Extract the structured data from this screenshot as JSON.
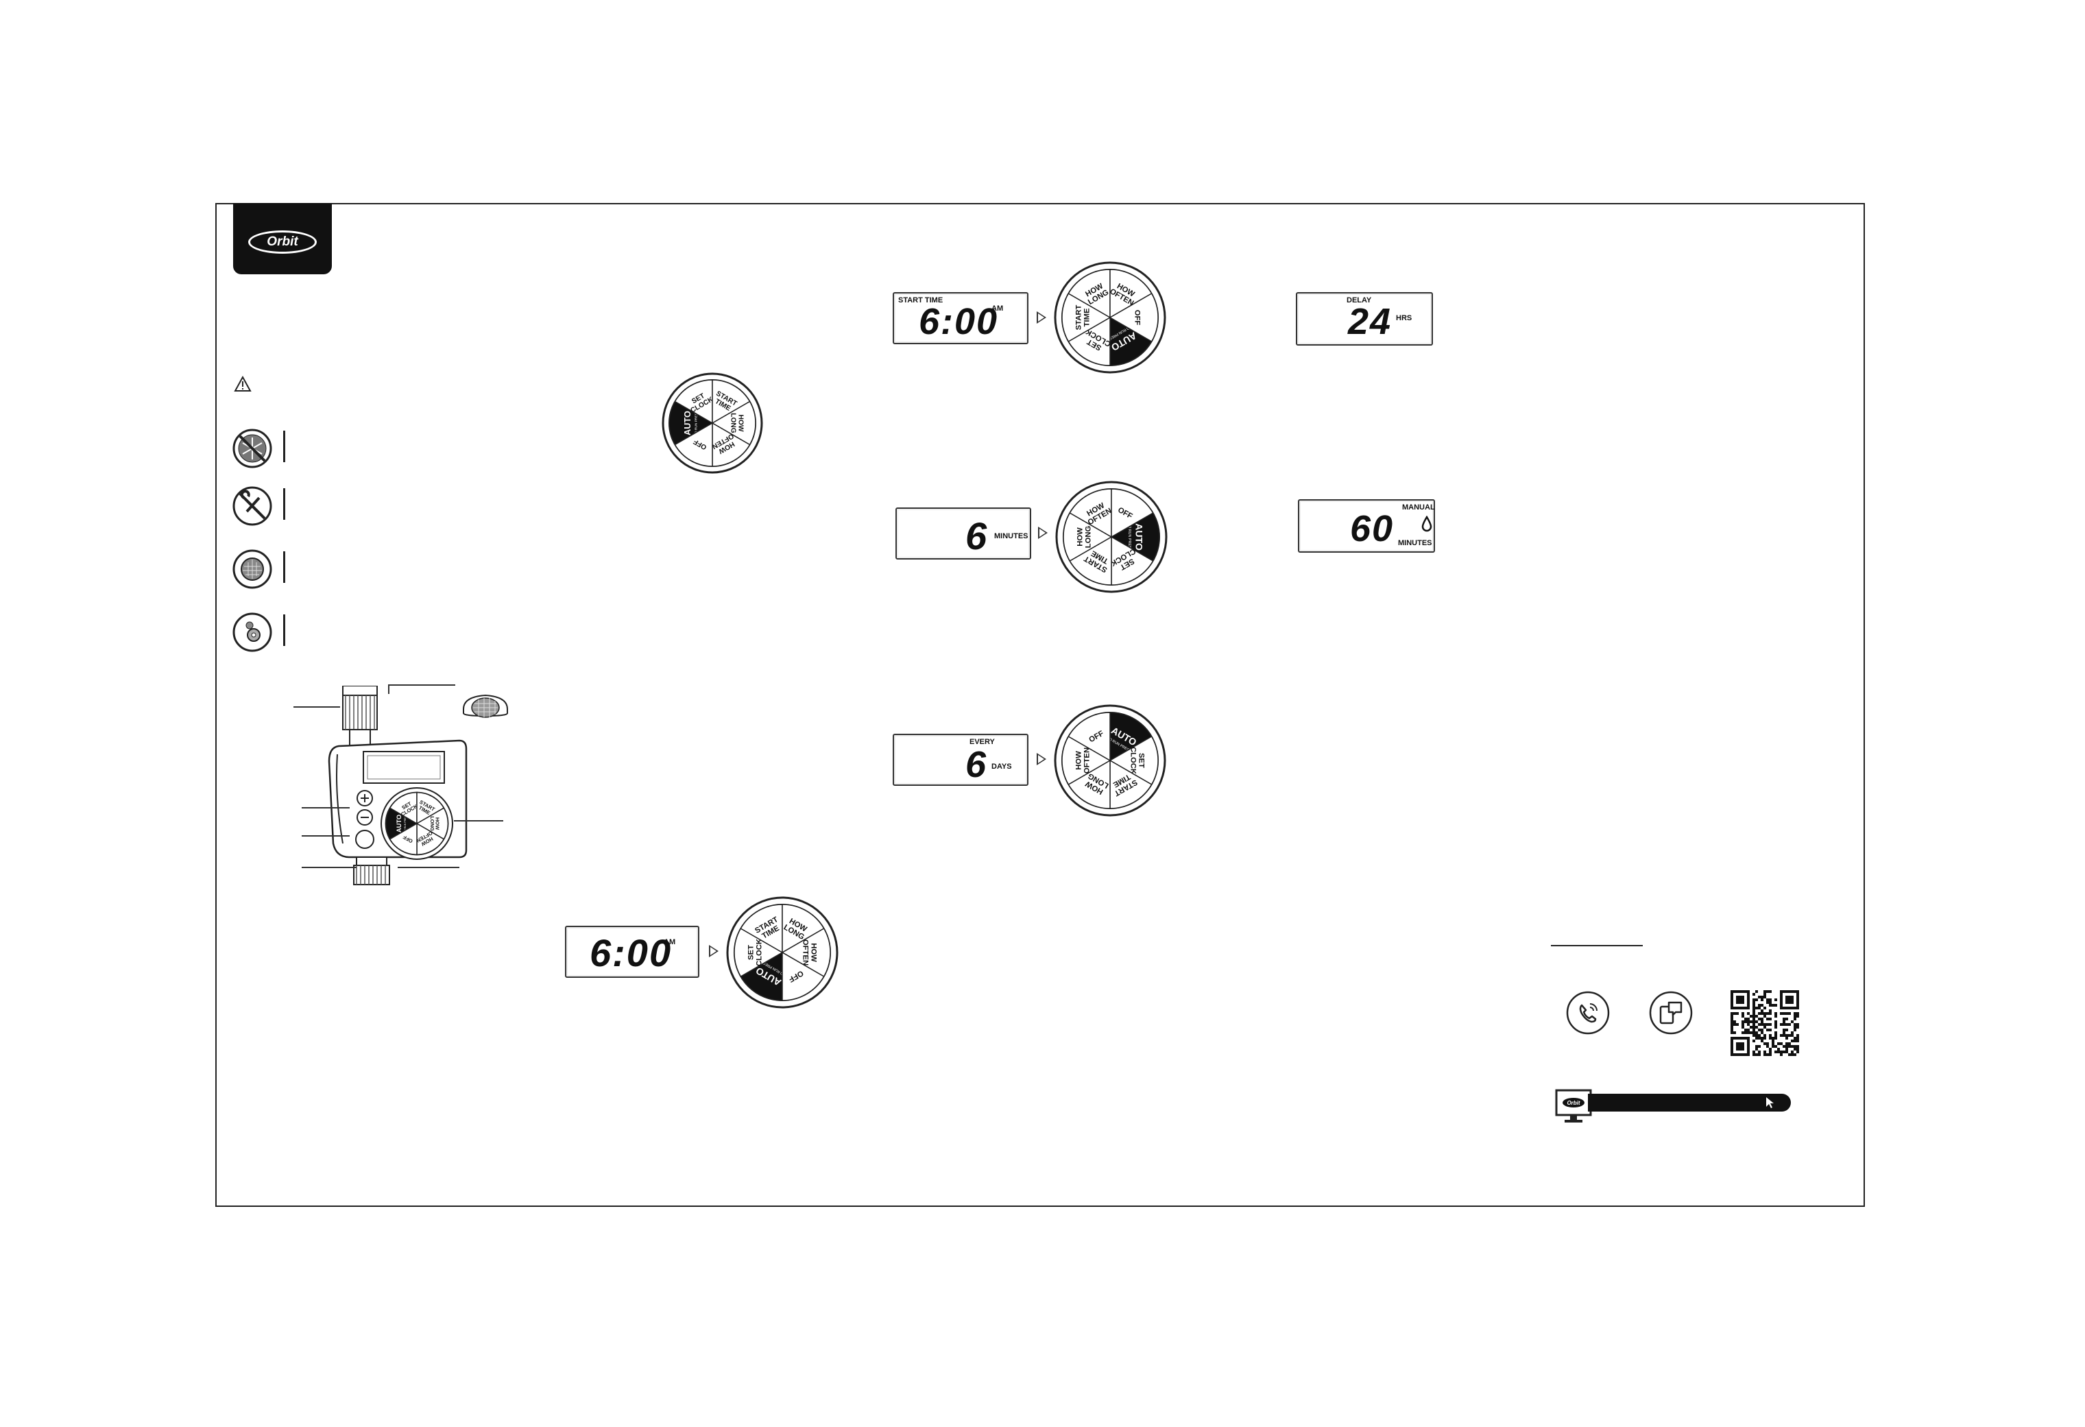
{
  "brand": {
    "logo_text": "Orbit"
  },
  "dial_labels": {
    "auto": "AUTO",
    "auto_sub": "TO RUN PRESS",
    "set_clock": "SET CLOCK",
    "start_time": "START TIME",
    "how_long": "HOW LONG",
    "how_often": "HOW OFTEN",
    "off": "OFF"
  },
  "displays": {
    "clock": {
      "time": "6:00",
      "ampm": "AM"
    },
    "start_time": {
      "label": "START TIME",
      "time": "6:00",
      "ampm": "AM"
    },
    "how_long": {
      "value": "6",
      "unit": "MINUTES"
    },
    "how_often": {
      "label": "EVERY",
      "value": "6",
      "unit": "DAYS"
    },
    "delay": {
      "label": "DELAY",
      "value": "24",
      "unit": "HRS"
    },
    "manual": {
      "label": "MANUAL",
      "value": "60",
      "unit": "MINUTES"
    }
  },
  "icons": {
    "warning": "warning-triangle-icon",
    "no_freeze": "no-freeze-icon",
    "no_tools": "no-tools-icon",
    "filter": "filter-screen-icon",
    "washer": "washer-icon",
    "phone": "phone-icon",
    "chat": "chat-icon",
    "qr": "qr-code-icon",
    "monitor": "monitor-icon",
    "cursor": "cursor-icon"
  },
  "colors": {
    "ink": "#111111",
    "paper": "#ffffff"
  }
}
